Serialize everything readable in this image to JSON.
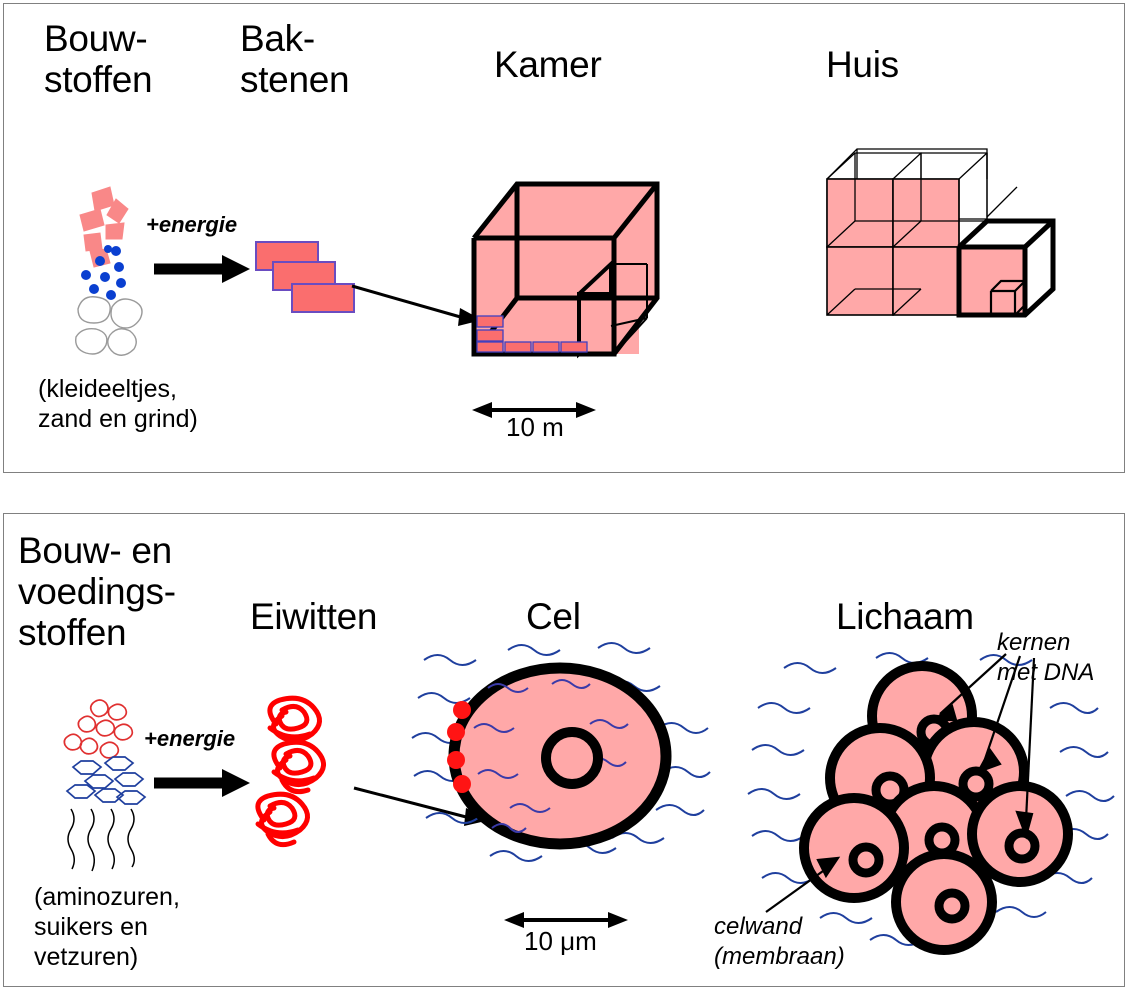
{
  "diagram": {
    "title_implicit": "Bouwstoffen vergelijking huis en lichaam",
    "palette": {
      "pink_fill": "#FFA8A8",
      "brick_fill": "#FA6E6E",
      "brick_stroke": "#6A4CC0",
      "protein_red": "#FF0000",
      "water_blue": "#1F3F9E",
      "sugar_blue": "#1F3F9E",
      "amino_red": "#E03030",
      "sand_blue": "#0A3FD0",
      "outline_black": "#000000",
      "frame_gray": "#808080"
    }
  },
  "top_panel": {
    "headings": [
      {
        "label": "Bouw-\nstoffen",
        "name": "heading-bouwstoffen"
      },
      {
        "label": "Bak-\nstenen",
        "name": "heading-bakstenen"
      },
      {
        "label": "Kamer",
        "name": "heading-kamer"
      },
      {
        "label": "Huis",
        "name": "heading-huis"
      }
    ],
    "energy_label": "+energie",
    "caption": "(kleideeltjes,\nzand en grind)",
    "scale_label": "10 m",
    "components": {
      "clay_particles": 6,
      "sand_grains": 9,
      "gravel_pebbles": 4,
      "bricks_shown": 3,
      "house_cubes": 12
    }
  },
  "bottom_panel": {
    "headings": [
      {
        "label": "Bouw- en\nvoedings-\nstoffen",
        "name": "heading-bouw-en-voedingsstoffen"
      },
      {
        "label": "Eiwitten",
        "name": "heading-eiwitten"
      },
      {
        "label": "Cel",
        "name": "heading-cel"
      },
      {
        "label": "Lichaam",
        "name": "heading-lichaam"
      }
    ],
    "energy_label": "+energie",
    "caption": "(aminozuren,\nsuikers en\nvetzuren)",
    "scale_label": "10 μm",
    "annotations": [
      {
        "label": "kernen\nmet DNA",
        "name": "annotation-kernen-met-dna"
      },
      {
        "label": "celwand\n(membraan)",
        "name": "annotation-celwand-membraan"
      }
    ],
    "components": {
      "amino_acids": 8,
      "sugars": 7,
      "fatty_acids": 4,
      "protein_coils": 3,
      "cell_nucleus": 1,
      "membrane_proteins": 4,
      "body_cells": 8
    }
  }
}
